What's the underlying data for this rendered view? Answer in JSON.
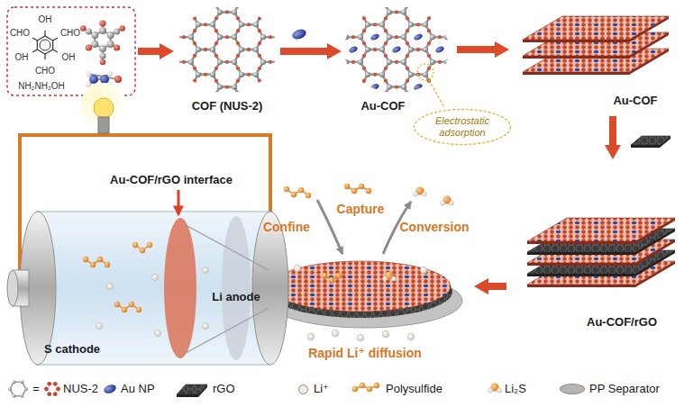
{
  "diagram": {
    "nodes": [
      {
        "text": [
          "OH",
          "CHO",
          "OH",
          "CHO",
          "OH",
          "CHO",
          "NH₂NH₂OH"
        ]
      },
      {
        "text": [
          "COF (NUS-2)"
        ]
      },
      {
        "text": [
          "Au-COF"
        ]
      },
      {
        "text": [
          "Electrostatic adsorption"
        ]
      },
      {
        "text": [
          "Au-COF"
        ]
      },
      {
        "text": [
          "Au-COF/rGO"
        ]
      },
      {
        "text": [
          "Capture",
          "Confine",
          "Conversion",
          "Rapid Li⁺ diffusion"
        ]
      }
    ],
    "edges": [
      {
        "from": 0,
        "to": 1,
        "arrow": "to"
      },
      {
        "from": 1,
        "to": 2,
        "arrow": "to"
      },
      {
        "from": 2,
        "to": 4,
        "arrow": "to"
      },
      {
        "from": 4,
        "to": 5,
        "arrow": "to"
      },
      {
        "from": 5,
        "to": 6,
        "arrow": "to"
      }
    ],
    "labels": [
      "Au-COF/rGO interface",
      "S cathode",
      "Li anode",
      "="
    ],
    "legend": [
      {
        "text": "NUS-2"
      },
      {
        "text": "Au NP"
      },
      {
        "text": "rGO"
      },
      {
        "text": "Li⁺",
        "color": "#f4eee4"
      },
      {
        "text": "Polysulfide"
      },
      {
        "text": "Li₂S"
      },
      {
        "text": "PP Separator",
        "color": "#b5b5b5"
      }
    ]
  }
}
